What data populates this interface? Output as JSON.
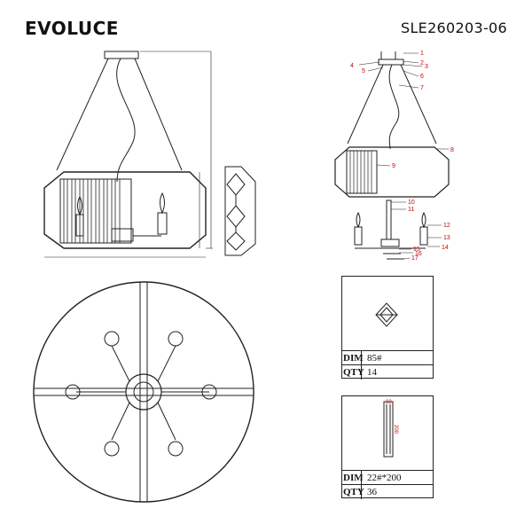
{
  "header": {
    "brand": "EVOLUCE",
    "model": "SLE260203-06"
  },
  "callouts": [
    "1",
    "2",
    "3",
    "4",
    "5",
    "6",
    "7",
    "8",
    "9",
    "10",
    "11",
    "12",
    "13",
    "14",
    "15",
    "16",
    "17"
  ],
  "crystal_tables": [
    {
      "dim_label": "DIM",
      "dim_value": "85#",
      "qty_label": "QTY",
      "qty_value": "14"
    },
    {
      "dim_label": "DIM",
      "dim_value": "22#*200",
      "qty_label": "QTY",
      "qty_value": "36",
      "part_number_1": "22",
      "part_number_2": "200"
    }
  ],
  "colors": {
    "line": "#222222",
    "callout": "#cc0000"
  },
  "icons": [
    "chandelier-elevation",
    "crystal-diamond-chain",
    "chandelier-top-plan",
    "exploded-parts-view",
    "diamond-crystal-icon",
    "prism-bar-icon"
  ]
}
